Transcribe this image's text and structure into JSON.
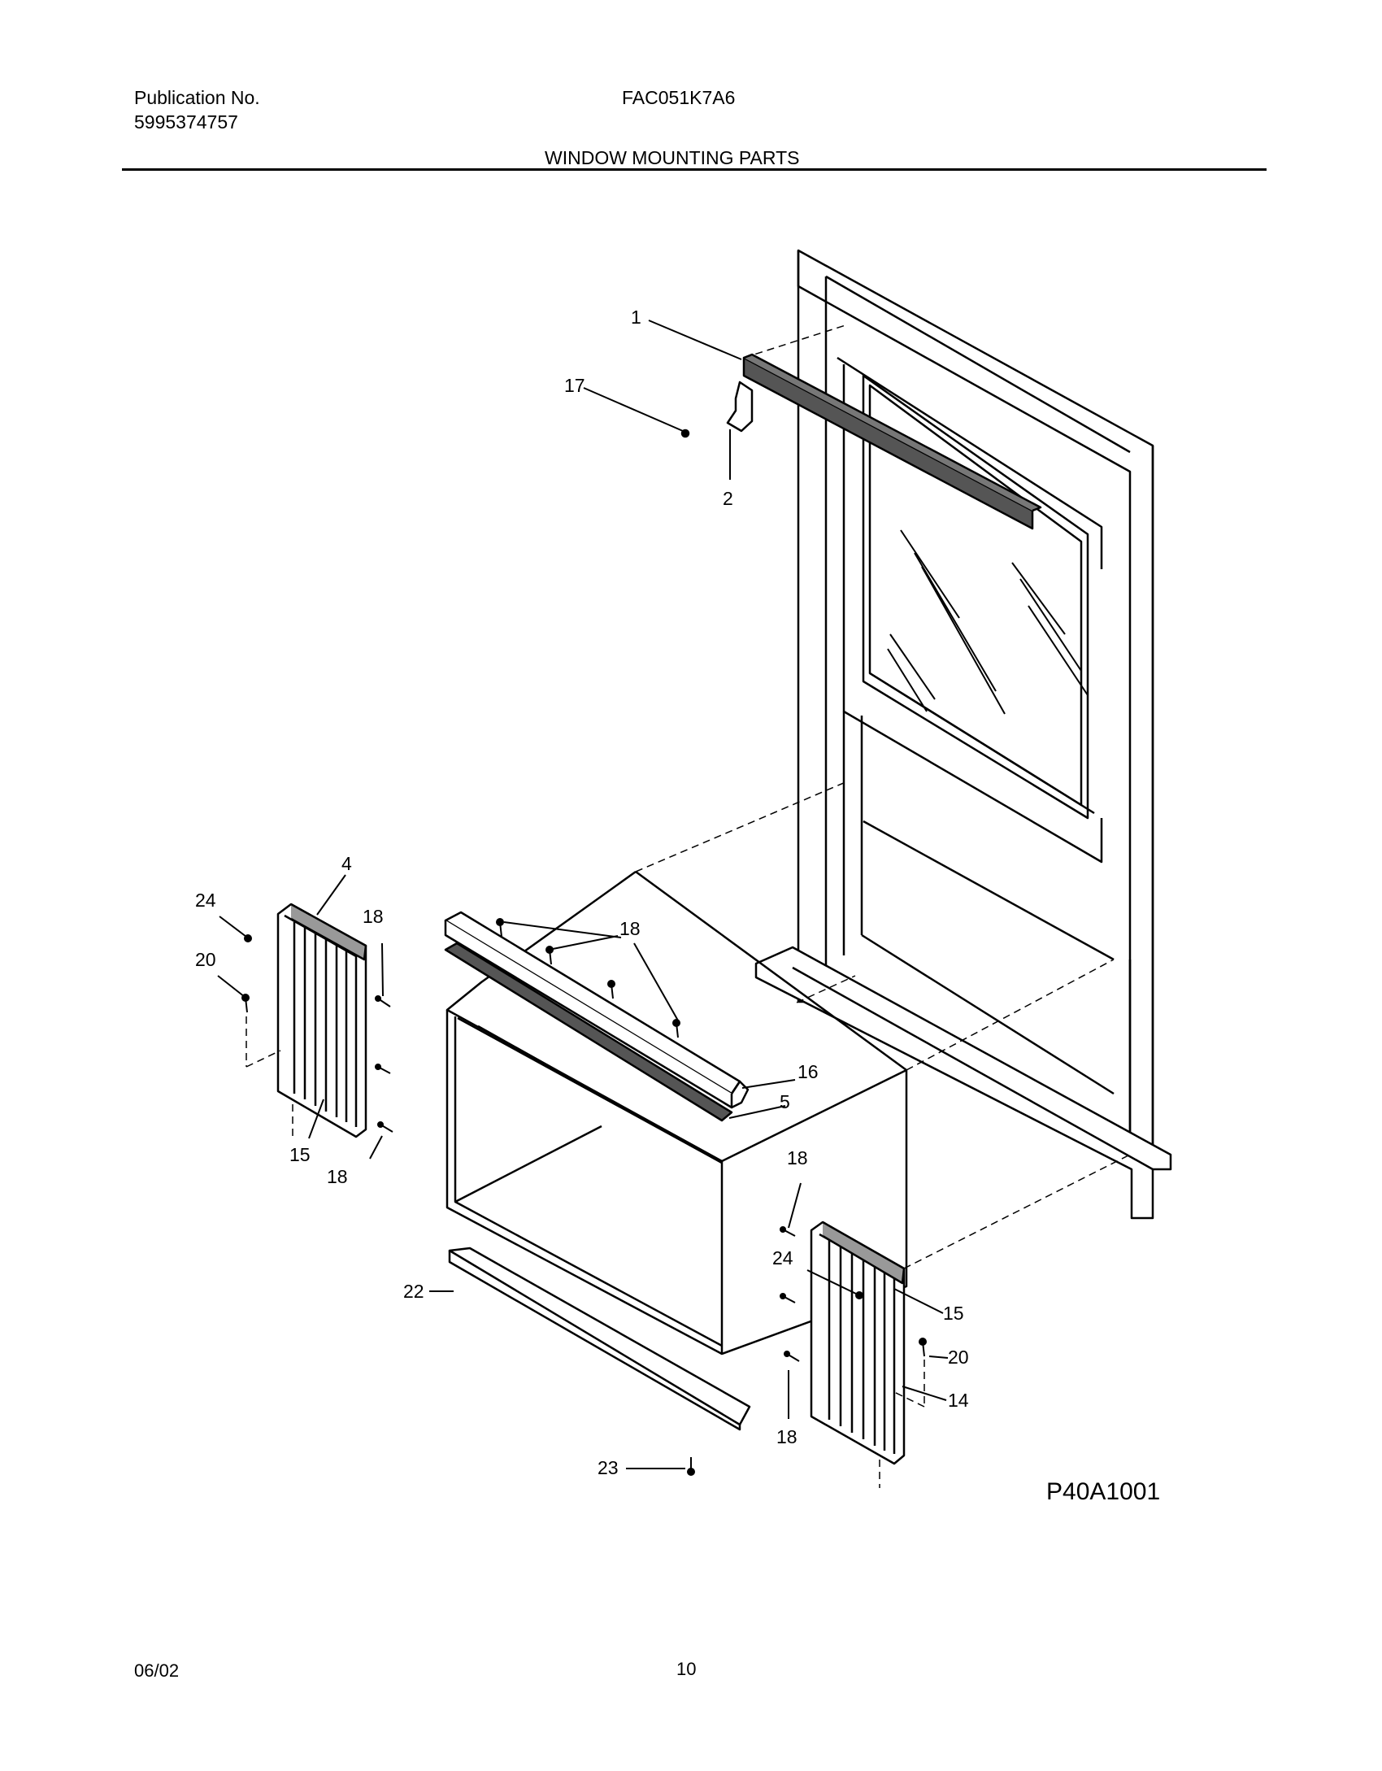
{
  "header": {
    "publication_label": "Publication No.",
    "publication_number": "5995374757",
    "model": "FAC051K7A6",
    "section_title": "WINDOW MOUNTING PARTS"
  },
  "callouts": [
    "1",
    "17",
    "2",
    "4",
    "24",
    "18",
    "20",
    "18",
    "15",
    "18",
    "16",
    "5",
    "18",
    "24",
    "15",
    "20",
    "14",
    "22",
    "18",
    "23"
  ],
  "diagram_code": "P40A1001",
  "footer": {
    "date": "06/02",
    "page": "10"
  }
}
